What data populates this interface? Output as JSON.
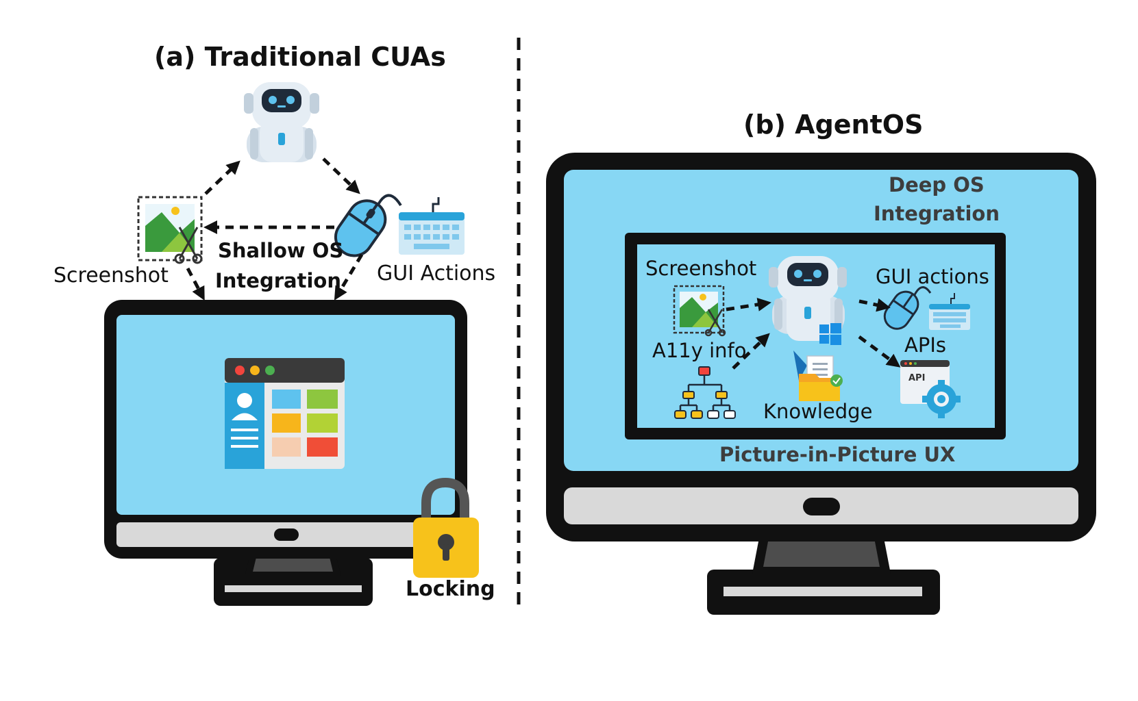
{
  "left": {
    "title": "(a) Traditional CUAs",
    "screenshot_label": "Screenshot",
    "integration_line1": "Shallow OS",
    "integration_line2": "Integration",
    "gui_actions_label": "GUI Actions",
    "locking_label": "Locking",
    "icons": [
      "robot-icon",
      "screenshot-icon",
      "mouse-icon",
      "keyboard-icon",
      "app-window-icon",
      "padlock-icon"
    ]
  },
  "right": {
    "title": "(b) AgentOS",
    "deep_line1": "Deep OS",
    "deep_line2": "Integration",
    "screenshot_label": "Screenshot",
    "gui_actions_label": "GUI actions",
    "a11y_label": "A11y info",
    "apis_label": "APIs",
    "api_badge": "API",
    "knowledge_label": "Knowledge",
    "pip_label": "Picture-in-Picture UX",
    "icons": [
      "robot-icon",
      "windows-logo-icon",
      "screenshot-icon",
      "mouse-icon",
      "keyboard-icon",
      "api-gear-icon",
      "tree-hierarchy-icon",
      "knowledge-folder-icon"
    ]
  },
  "colors": {
    "screen_blue": "#87d7f4",
    "bezel": "#111111",
    "chin": "#d9d9d9",
    "arrow": "#111111",
    "lock_yellow": "#f7c21b"
  }
}
